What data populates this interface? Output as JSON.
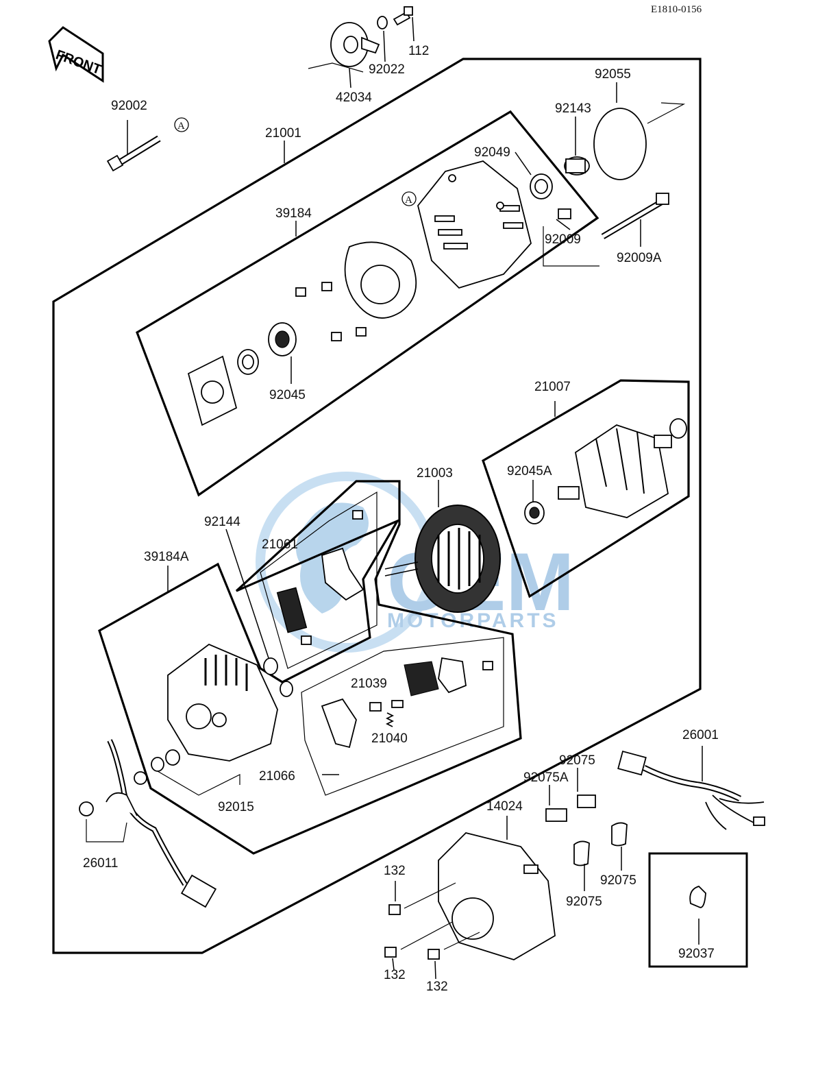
{
  "ref_code": "E1810-0156",
  "front_label": "FRONT",
  "watermark": {
    "brand": "OEM",
    "sub": "MOTORPARTS",
    "color": "#7fb3dd"
  },
  "callout_letter": "A",
  "parts": {
    "p112": "112",
    "p92022": "92022",
    "p42034": "42034",
    "p92002": "92002",
    "p21001": "21001",
    "p92055": "92055",
    "p92143": "92143",
    "p92049": "92049",
    "p39184": "39184",
    "p92009": "92009",
    "p92009A": "92009A",
    "p92045": "92045",
    "p21007": "21007",
    "p92045A": "92045A",
    "p21003": "21003",
    "p92144": "92144",
    "p21061": "21061",
    "p39184A": "39184A",
    "p21039": "21039",
    "p21040": "21040",
    "p21066": "21066",
    "p92015": "92015",
    "p26011": "26011",
    "p26001": "26001",
    "p92075_a": "92075",
    "p92075A": "92075A",
    "p14024": "14024",
    "p132_a": "132",
    "p132_b": "132",
    "p132_c": "132",
    "p92075_b": "92075",
    "p92075_c": "92075",
    "p92037": "92037"
  }
}
